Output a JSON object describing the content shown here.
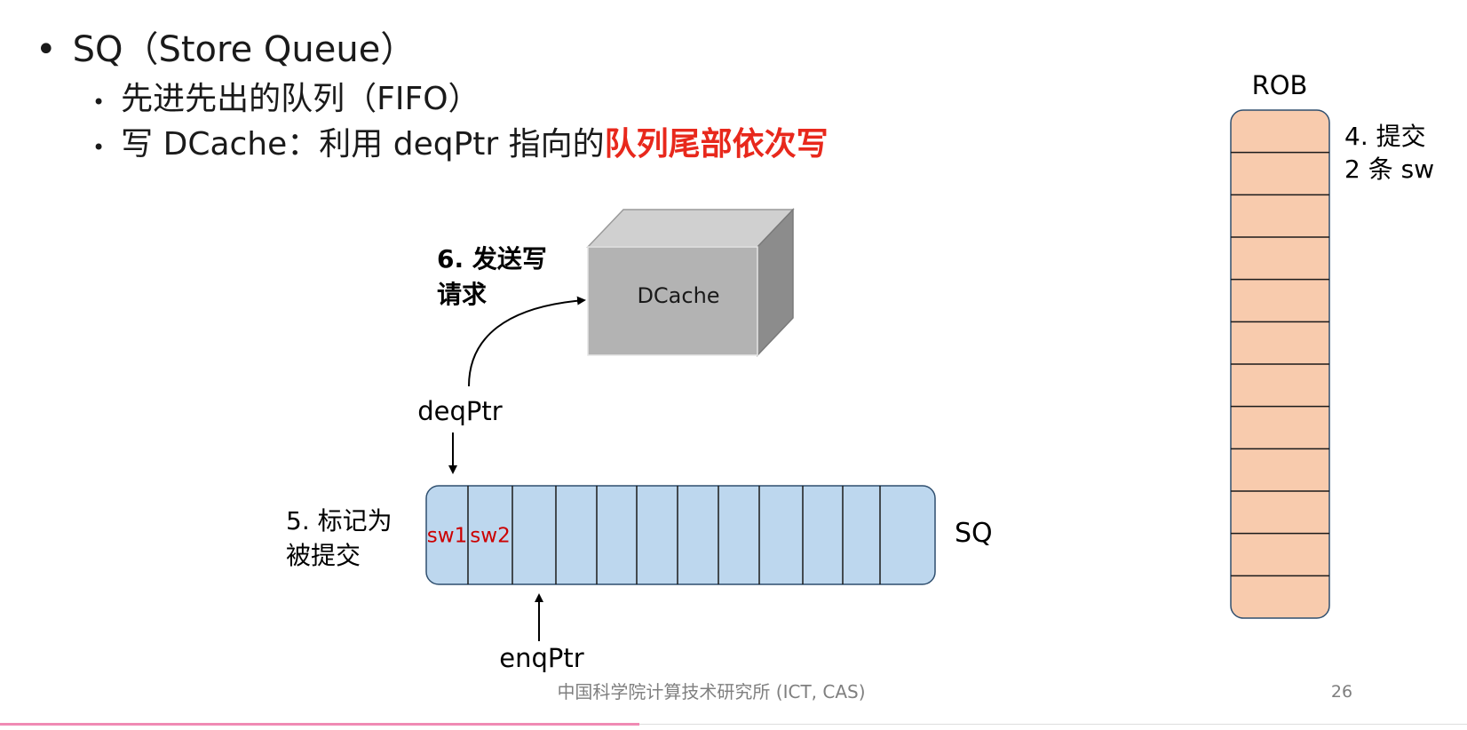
{
  "slide": {
    "bullet1": "SQ（Store Queue）",
    "bullet2": "先进先出的队列（FIFO）",
    "bullet3_prefix": "写 DCache：利用 deqPtr 指向的",
    "bullet3_highlight": "队列尾部依次写",
    "page_number": "26",
    "footer": "中国科学院计算技术研究所 (ICT, CAS)"
  },
  "diagram": {
    "dcache_label": "DCache",
    "step6_line1": "6. 发送写",
    "step6_line2": "请求",
    "deq_label": "deqPtr",
    "enq_label": "enqPtr",
    "sq_label": "SQ",
    "step5_line1": "5. 标记为",
    "step5_line2": "被提交",
    "sq_entries": [
      "sw1",
      "sw2",
      "",
      "",
      "",
      "",
      "",
      "",
      "",
      "",
      "",
      ""
    ],
    "rob_label": "ROB",
    "step4_line1": "4. 提交",
    "step4_line2": "2 条 sw",
    "rob_rows": 12,
    "colors": {
      "sq_fill": "#bdd7ee",
      "rob_fill": "#f8cbad",
      "entry_text": "#cc0000",
      "highlight": "#e8281c",
      "cube_front": "#b3b3b3",
      "cube_top": "#d0d0d0",
      "cube_side": "#8c8c8c"
    }
  }
}
